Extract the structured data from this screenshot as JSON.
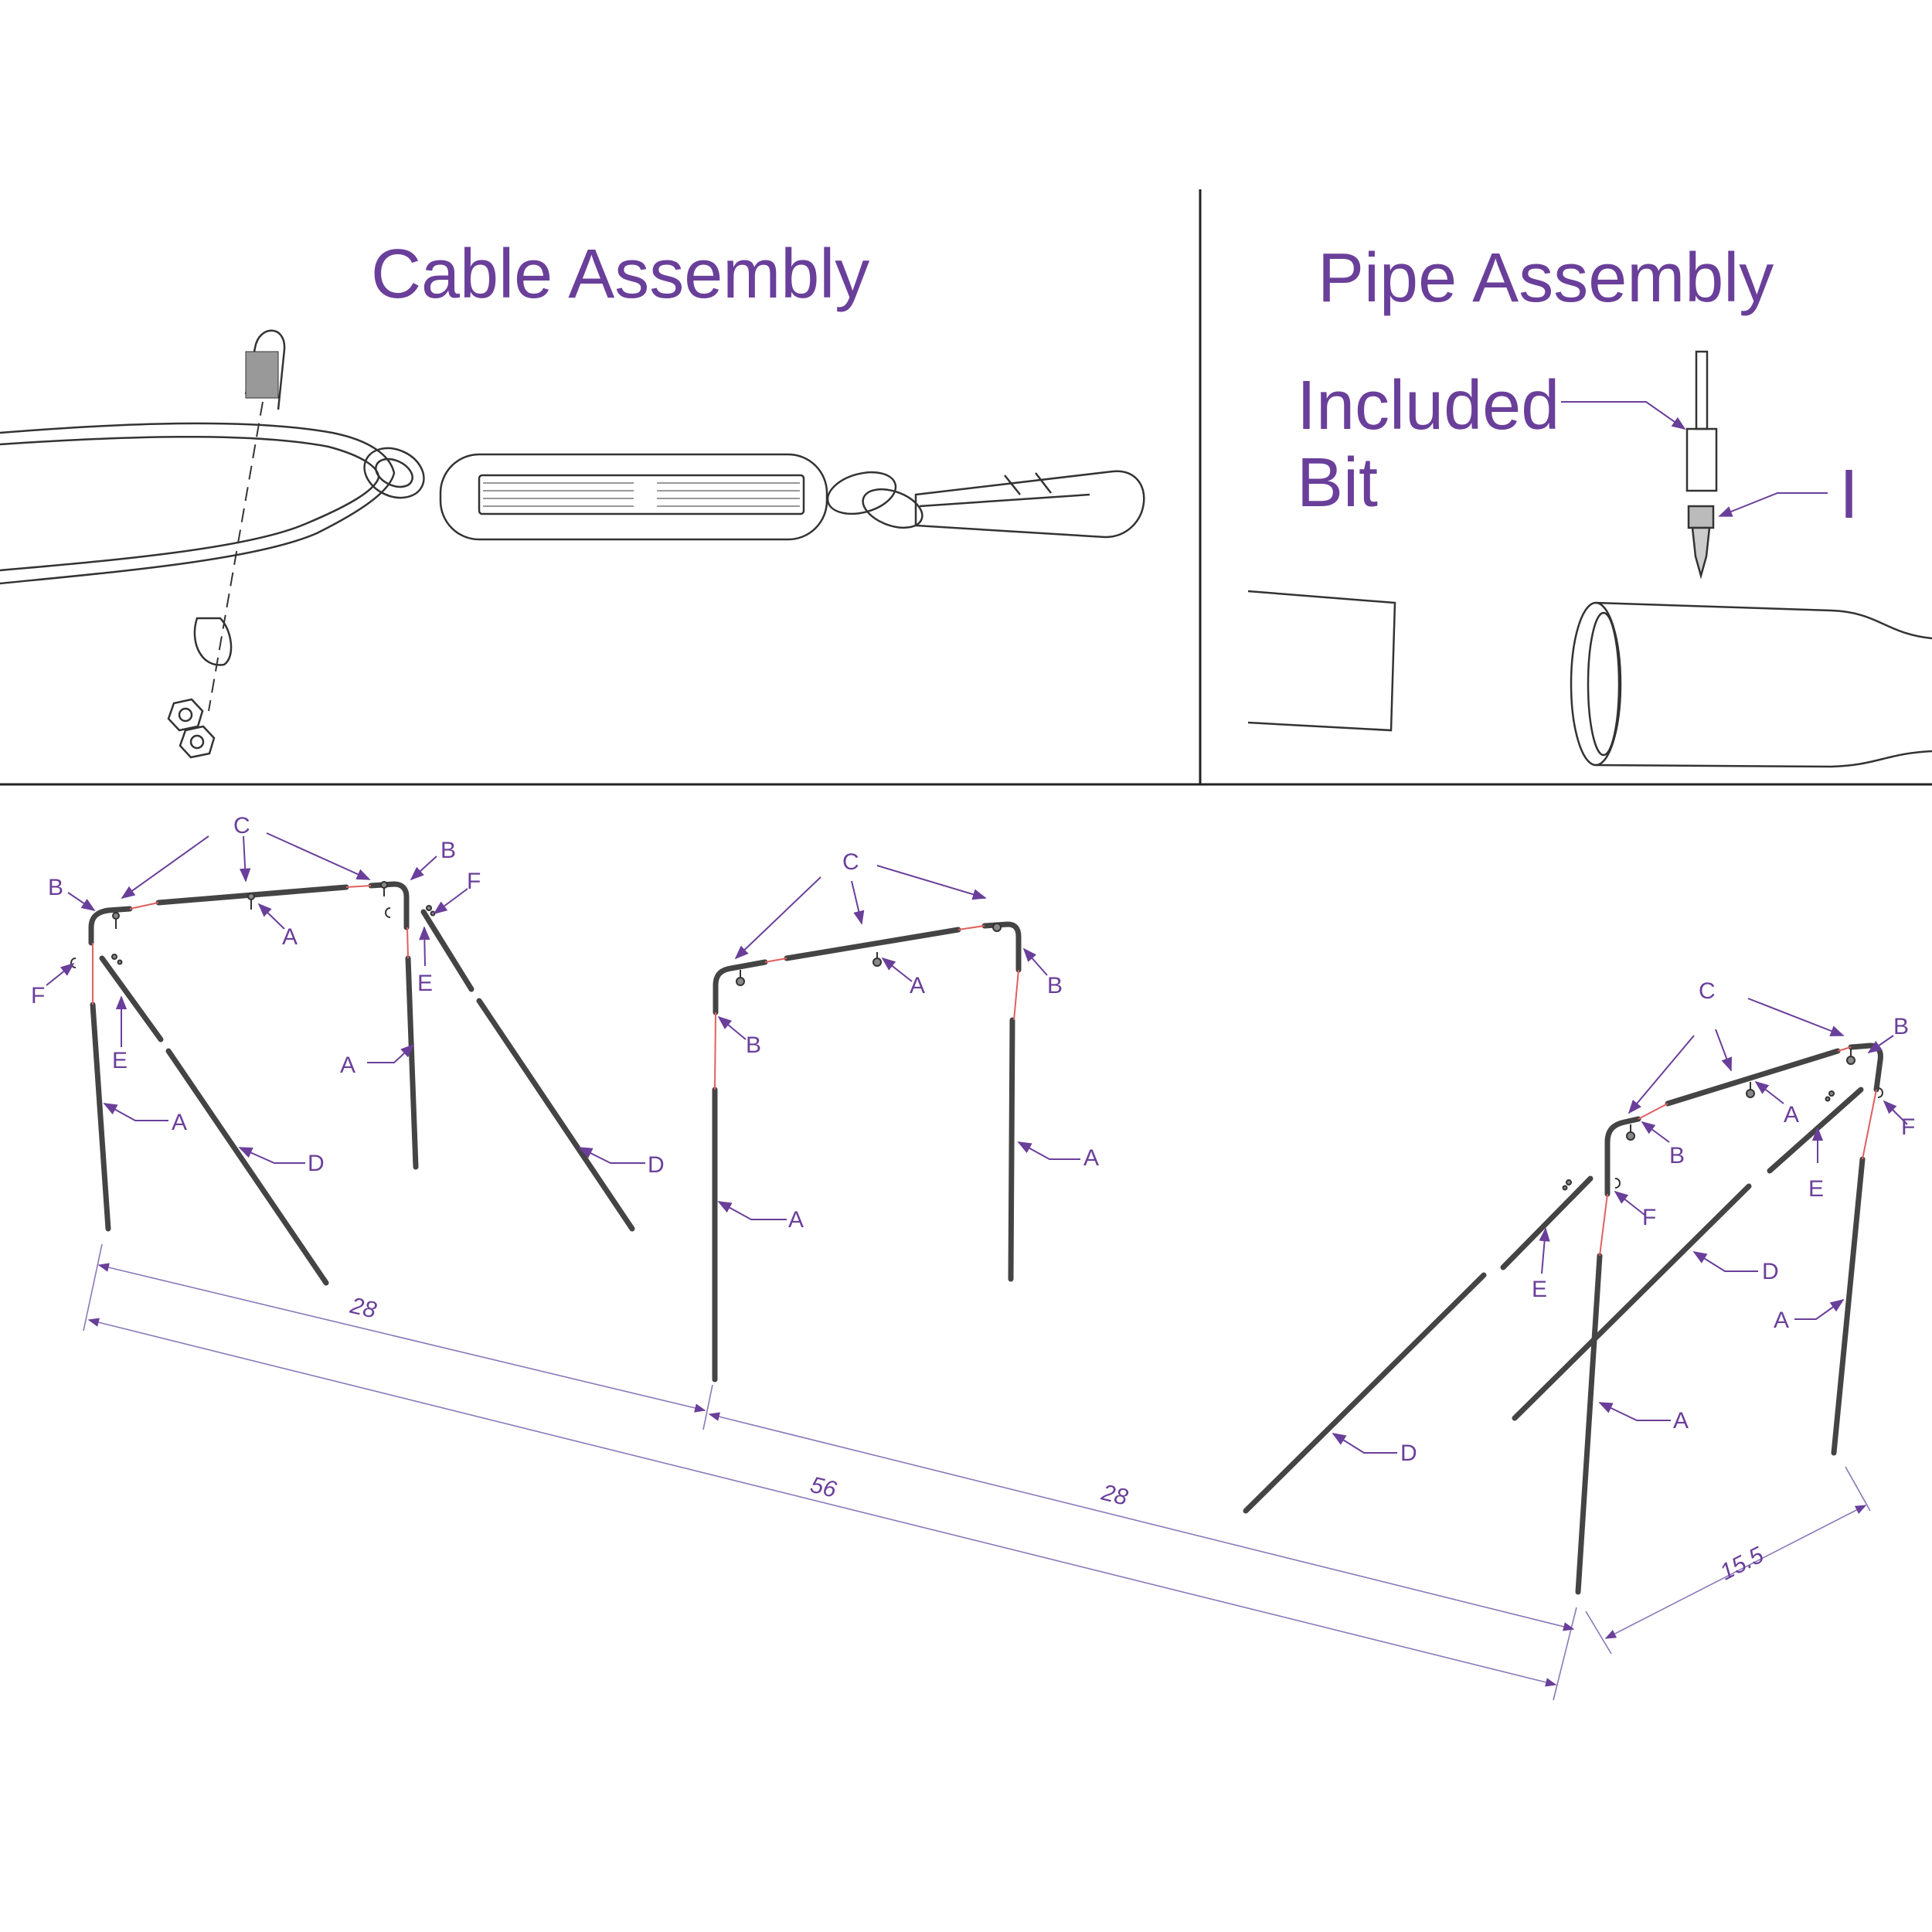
{
  "cable_assembly": {
    "title": "Cable Assembly"
  },
  "pipe_assembly": {
    "title": "Pipe Assembly",
    "included_bit_line1": "Included",
    "included_bit_line2": "Bit",
    "part_i": "I"
  },
  "colors": {
    "accent": "#6a3f9a",
    "line": "#333333",
    "cable_red": "#e06060"
  },
  "frame_left": {
    "labels": {
      "c": "C",
      "b_left": "B",
      "b_right": "B",
      "f_left": "F",
      "f_right": "F",
      "a_top": "A",
      "e_left": "E",
      "e_right": "E",
      "a_leg_left": "A",
      "a_leg_right": "A",
      "d_left": "D",
      "d_right": "D"
    }
  },
  "frame_middle": {
    "labels": {
      "c": "C",
      "a_top": "A",
      "b_left": "B",
      "b_right": "B",
      "a_leg_left": "A",
      "a_leg_right": "A"
    }
  },
  "frame_right": {
    "labels": {
      "c": "C",
      "b_top_right": "B",
      "a_top": "A",
      "f_right": "F",
      "b_mid": "B",
      "e_right": "E",
      "f_left": "F",
      "e_left": "E",
      "d_upper": "D",
      "a_leg_right": "A",
      "a_leg_left": "A",
      "d_lower": "D"
    }
  },
  "dimensions": {
    "left_span": "28",
    "total_span": "56",
    "right_span": "28",
    "depth": "15.5"
  }
}
